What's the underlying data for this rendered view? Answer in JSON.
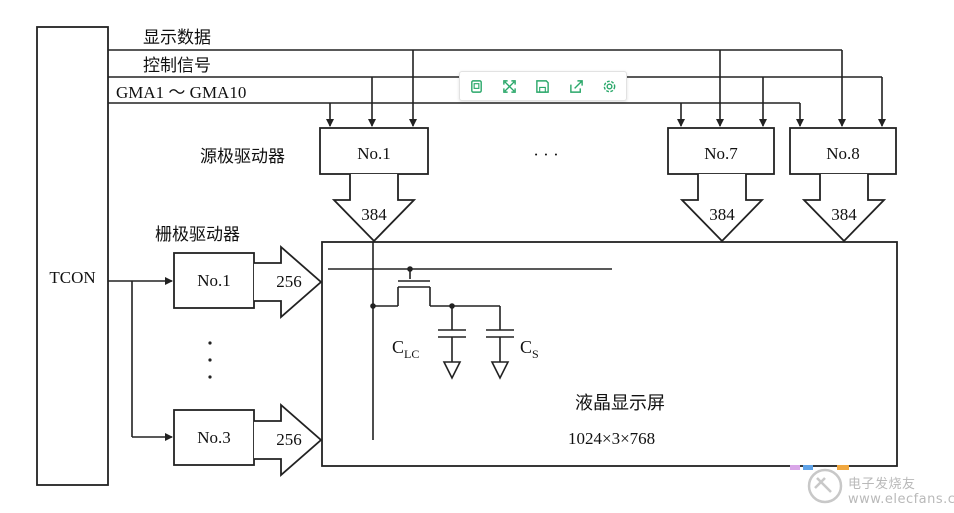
{
  "labels": {
    "display_data": "显示数据",
    "control_signal": "控制信号",
    "gma": "GMA1 ～ GMA10",
    "tcon": "TCON",
    "source_driver": "源极驱动器",
    "gate_driver": "栅极驱动器",
    "source_no1": "No.1",
    "source_no7": "No.7",
    "source_no8": "No.8",
    "source_ellipsis": "· · ·",
    "source_width": "384",
    "gate_no1": "No.1",
    "gate_no3": "No.3",
    "gate_width": "256",
    "clc_main": "C",
    "clc_sub": "LC",
    "cs_main": "C",
    "cs_sub": "S",
    "panel_title": "液晶显示屏",
    "panel_resolution": "1024×3×768"
  },
  "watermark": {
    "text": "电子发烧友",
    "site": "www.elecfans.com"
  },
  "toolbar": {
    "icons": [
      "copy-icon",
      "fullscreen-icon",
      "save-icon",
      "share-icon",
      "settings-icon"
    ],
    "accent": "#2aa86a"
  }
}
